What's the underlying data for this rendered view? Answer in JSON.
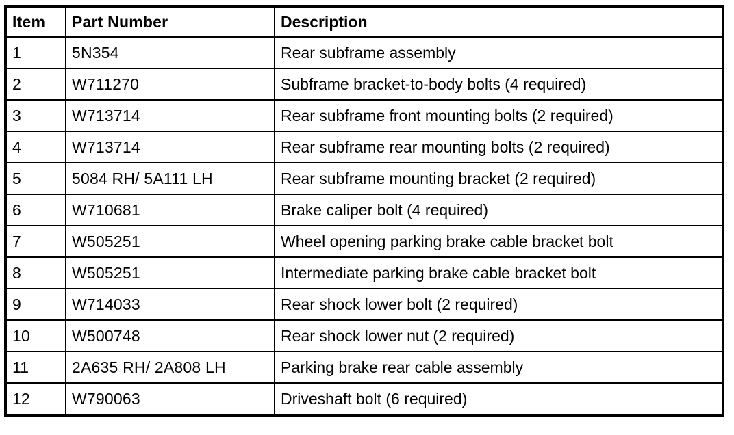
{
  "table": {
    "columns": [
      {
        "key": "item",
        "label": "Item"
      },
      {
        "key": "part_number",
        "label": "Part Number"
      },
      {
        "key": "description",
        "label": "Description"
      }
    ],
    "rows": [
      {
        "item": "1",
        "part_number": "5N354",
        "description": "Rear subframe assembly"
      },
      {
        "item": "2",
        "part_number": "W711270",
        "description": "Subframe bracket-to-body bolts (4 required)"
      },
      {
        "item": "3",
        "part_number": "W713714",
        "description": "Rear subframe front mounting bolts (2 required)"
      },
      {
        "item": "4",
        "part_number": "W713714",
        "description": "Rear subframe rear mounting bolts (2 required)"
      },
      {
        "item": "5",
        "part_number": "5084 RH/ 5A111 LH",
        "description": "Rear subframe mounting bracket (2 required)"
      },
      {
        "item": "6",
        "part_number": "W710681",
        "description": "Brake caliper bolt (4 required)"
      },
      {
        "item": "7",
        "part_number": "W505251",
        "description": "Wheel opening parking brake cable bracket bolt"
      },
      {
        "item": "8",
        "part_number": "W505251",
        "description": "Intermediate parking brake cable bracket bolt"
      },
      {
        "item": "9",
        "part_number": "W714033",
        "description": "Rear shock lower bolt (2 required)"
      },
      {
        "item": "10",
        "part_number": "W500748",
        "description": "Rear shock lower nut (2 required)"
      },
      {
        "item": "11",
        "part_number": "2A635 RH/ 2A808 LH",
        "description": "Parking brake rear cable assembly"
      },
      {
        "item": "12",
        "part_number": "W790063",
        "description": "Driveshaft bolt (6 required)"
      }
    ]
  },
  "colors": {
    "border": "#000000",
    "text": "#000000",
    "background": "#ffffff"
  }
}
